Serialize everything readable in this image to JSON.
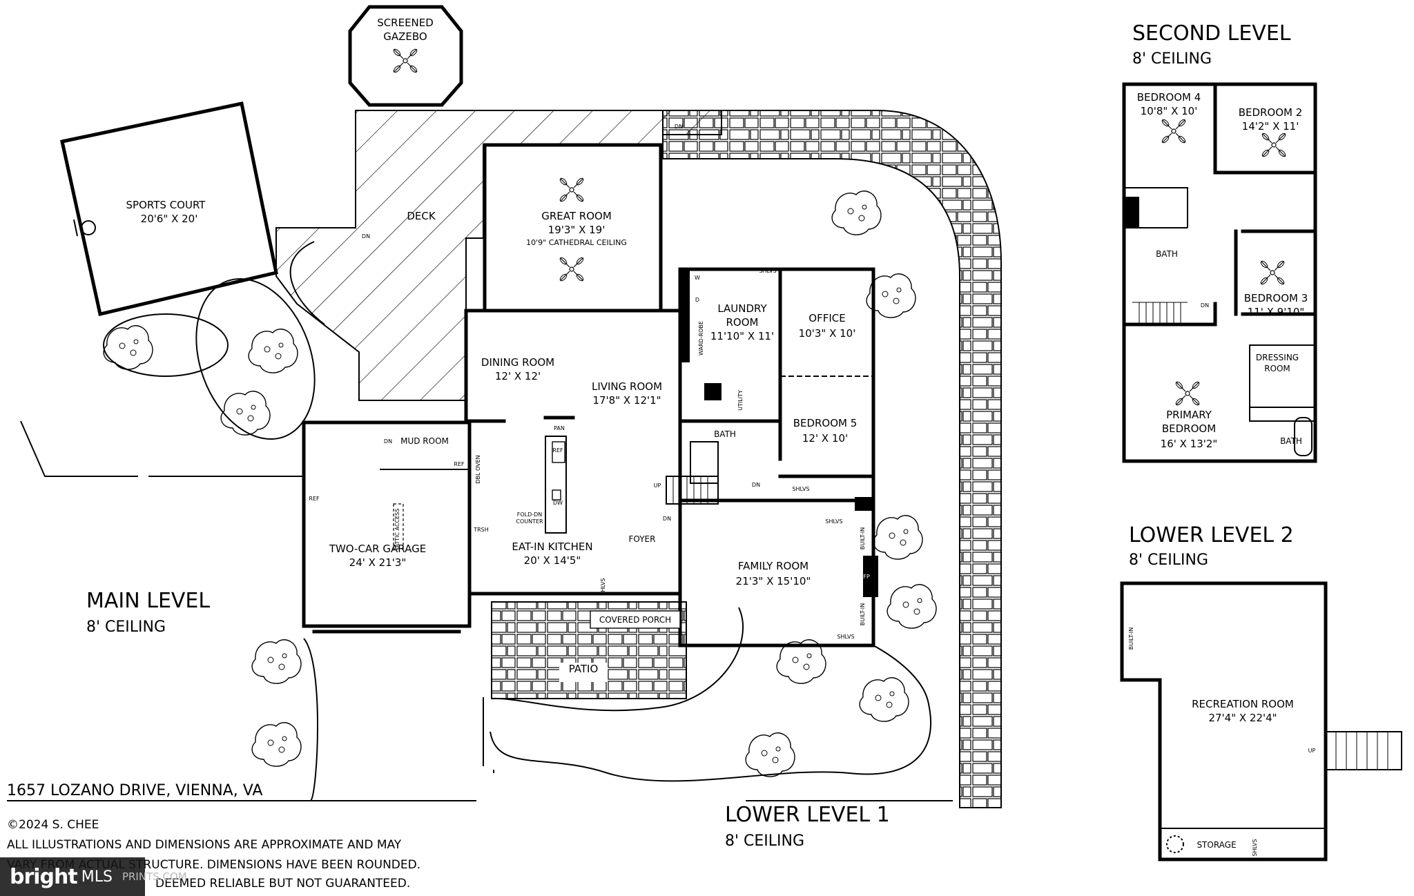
{
  "levels": {
    "main": {
      "name": "MAIN LEVEL",
      "ceiling": "8' CEILING"
    },
    "lower1": {
      "name": "LOWER LEVEL 1",
      "ceiling": "8' CEILING"
    },
    "second": {
      "name": "SECOND LEVEL",
      "ceiling": "8' CEILING"
    },
    "lower2": {
      "name": "LOWER LEVEL 2",
      "ceiling": "8' CEILING"
    }
  },
  "rooms": {
    "gazebo": [
      "SCREENED",
      "GAZEBO"
    ],
    "sports_court": [
      "SPORTS COURT",
      "20'6\" X 20'"
    ],
    "deck": "DECK",
    "great_room": [
      "GREAT ROOM",
      "19'3\" X 19'",
      "10'9\" CATHEDRAL CEILING"
    ],
    "dining_room": [
      "DINING ROOM",
      "12' X 12'"
    ],
    "living_room": [
      "LIVING ROOM",
      "17'8\" X 12'1\""
    ],
    "laundry": [
      "LAUNDRY",
      "ROOM",
      "11'10\" X 11'"
    ],
    "office": [
      "OFFICE",
      "10'3\" X 10'"
    ],
    "bedroom5": [
      "BEDROOM 5",
      "12' X 10'"
    ],
    "mud_room": "MUD ROOM",
    "garage": [
      "TWO-CAR GARAGE",
      "24' X 21'3\""
    ],
    "kitchen": [
      "EAT-IN KITCHEN",
      "20' X 14'5\""
    ],
    "foyer": "FOYER",
    "family_room": [
      "FAMILY ROOM",
      "21'3\" X 15'10\""
    ],
    "covered_porch": "COVERED PORCH",
    "patio": "PATIO",
    "bath_main": "BATH",
    "bedroom4": [
      "BEDROOM 4",
      "10'8\" X 10'"
    ],
    "bedroom2": [
      "BEDROOM 2",
      "14'2\" X 11'"
    ],
    "bath_second": "BATH",
    "bedroom3": [
      "BEDROOM 3",
      "11' X 9'10\""
    ],
    "dressing_room": [
      "DRESSING",
      "ROOM"
    ],
    "primary_bedroom": [
      "PRIMARY",
      "BEDROOM",
      "16' X 13'2\""
    ],
    "primary_bath": "BATH",
    "recreation_room": [
      "RECREATION ROOM",
      "27'4\" X 22'4\""
    ],
    "storage": "STORAGE"
  },
  "small": {
    "dn": "DN",
    "up": "UP",
    "shlvs": "SHLVS",
    "ref": "REF",
    "pan": "PAN",
    "dw": "DW",
    "trsh": "TRSH",
    "fp": "FP",
    "built_in": "BUILT-IN",
    "utility": "UTILITY",
    "wardrobe": "WARD-ROBE",
    "w": "W",
    "d": "D",
    "oven": "DBL OVEN",
    "attic": "ATTIC ACCESS",
    "fold_counter": [
      "FOLD-DN",
      "COUNTER"
    ]
  },
  "footer": {
    "address": "1657 LOZANO DRIVE, VIENNA, VA",
    "copyright": "©2024 S. CHEE",
    "disclaimer": [
      "ALL ILLUSTRATIONS AND DIMENSIONS ARE APPROXIMATE AND MAY",
      "VARY FROM ACTUAL STRUCTURE. DIMENSIONS HAVE BEEN ROUNDED.",
      "DEEMED RELIABLE BUT NOT GUARANTEED.",
      "PRINTS.COM"
    ]
  },
  "watermark": {
    "brand": "bright",
    "suffix": "MLS"
  }
}
